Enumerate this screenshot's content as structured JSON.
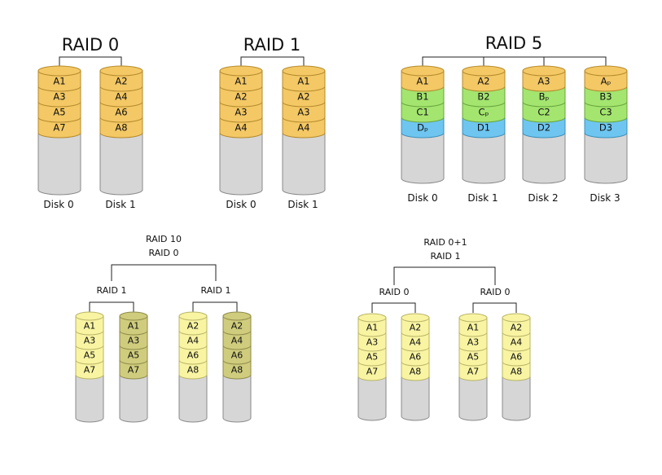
{
  "colors": {
    "orange": "#f3c865",
    "orange_edge": "#b58a2c",
    "green": "#a3e56f",
    "green_edge": "#6aa53d",
    "blue": "#6ec6f0",
    "blue_edge": "#3f8fb8",
    "lightyellow": "#f8f4a2",
    "lightyellow_edge": "#b9b467",
    "olive": "#cfcc7d",
    "olive_edge": "#8e8a4a",
    "gray": "#d6d6d6",
    "gray_edge": "#8a8a8a",
    "line": "#222222"
  },
  "sections": [
    {
      "id": "raid0",
      "title": "RAID 0",
      "subtitle": "",
      "disks": [
        {
          "label": "Disk 0",
          "blocks": [
            [
              "A1",
              "orange"
            ],
            [
              "A3",
              "orange"
            ],
            [
              "A5",
              "orange"
            ],
            [
              "A7",
              "orange"
            ]
          ]
        },
        {
          "label": "Disk 1",
          "blocks": [
            [
              "A2",
              "orange"
            ],
            [
              "A4",
              "orange"
            ],
            [
              "A6",
              "orange"
            ],
            [
              "A8",
              "orange"
            ]
          ]
        }
      ]
    },
    {
      "id": "raid1",
      "title": "RAID 1",
      "subtitle": "",
      "disks": [
        {
          "label": "Disk 0",
          "blocks": [
            [
              "A1",
              "orange"
            ],
            [
              "A2",
              "orange"
            ],
            [
              "A3",
              "orange"
            ],
            [
              "A4",
              "orange"
            ]
          ]
        },
        {
          "label": "Disk 1",
          "blocks": [
            [
              "A1",
              "orange"
            ],
            [
              "A2",
              "orange"
            ],
            [
              "A3",
              "orange"
            ],
            [
              "A4",
              "orange"
            ]
          ]
        }
      ]
    },
    {
      "id": "raid5",
      "title": "RAID 5",
      "subtitle": "",
      "disks": [
        {
          "label": "Disk 0",
          "blocks": [
            [
              "A1",
              "orange"
            ],
            [
              "B1",
              "green"
            ],
            [
              "C1",
              "green"
            ],
            [
              "Dₚ",
              "blue"
            ]
          ]
        },
        {
          "label": "Disk 1",
          "blocks": [
            [
              "A2",
              "orange"
            ],
            [
              "B2",
              "green"
            ],
            [
              "Cₚ",
              "green"
            ],
            [
              "D1",
              "blue"
            ]
          ]
        },
        {
          "label": "Disk 2",
          "blocks": [
            [
              "A3",
              "orange"
            ],
            [
              "Bₚ",
              "green"
            ],
            [
              "C2",
              "green"
            ],
            [
              "D2",
              "blue"
            ]
          ]
        },
        {
          "label": "Disk 3",
          "blocks": [
            [
              "Aₚ",
              "orange"
            ],
            [
              "B3",
              "green"
            ],
            [
              "C3",
              "green"
            ],
            [
              "D3",
              "blue"
            ]
          ]
        }
      ]
    },
    {
      "id": "raid10",
      "title": "RAID 10",
      "subtitle": "RAID 0",
      "groups": [
        {
          "label": "RAID 1",
          "disks": [
            {
              "label": "",
              "blocks": [
                [
                  "A1",
                  "lightyellow"
                ],
                [
                  "A3",
                  "lightyellow"
                ],
                [
                  "A5",
                  "lightyellow"
                ],
                [
                  "A7",
                  "lightyellow"
                ]
              ]
            },
            {
              "label": "",
              "blocks": [
                [
                  "A1",
                  "olive"
                ],
                [
                  "A3",
                  "olive"
                ],
                [
                  "A5",
                  "olive"
                ],
                [
                  "A7",
                  "olive"
                ]
              ]
            }
          ]
        },
        {
          "label": "RAID 1",
          "disks": [
            {
              "label": "",
              "blocks": [
                [
                  "A2",
                  "lightyellow"
                ],
                [
                  "A4",
                  "lightyellow"
                ],
                [
                  "A6",
                  "lightyellow"
                ],
                [
                  "A8",
                  "lightyellow"
                ]
              ]
            },
            {
              "label": "",
              "blocks": [
                [
                  "A2",
                  "olive"
                ],
                [
                  "A4",
                  "olive"
                ],
                [
                  "A6",
                  "olive"
                ],
                [
                  "A8",
                  "olive"
                ]
              ]
            }
          ]
        }
      ]
    },
    {
      "id": "raid01",
      "title": "RAID 0+1",
      "subtitle": "RAID 1",
      "groups": [
        {
          "label": "RAID 0",
          "disks": [
            {
              "label": "",
              "blocks": [
                [
                  "A1",
                  "lightyellow"
                ],
                [
                  "A3",
                  "lightyellow"
                ],
                [
                  "A5",
                  "lightyellow"
                ],
                [
                  "A7",
                  "lightyellow"
                ]
              ]
            },
            {
              "label": "",
              "blocks": [
                [
                  "A2",
                  "lightyellow"
                ],
                [
                  "A4",
                  "lightyellow"
                ],
                [
                  "A6",
                  "lightyellow"
                ],
                [
                  "A8",
                  "lightyellow"
                ]
              ]
            }
          ]
        },
        {
          "label": "RAID 0",
          "disks": [
            {
              "label": "",
              "blocks": [
                [
                  "A1",
                  "lightyellow"
                ],
                [
                  "A3",
                  "lightyellow"
                ],
                [
                  "A5",
                  "lightyellow"
                ],
                [
                  "A7",
                  "lightyellow"
                ]
              ]
            },
            {
              "label": "",
              "blocks": [
                [
                  "A2",
                  "lightyellow"
                ],
                [
                  "A4",
                  "lightyellow"
                ],
                [
                  "A6",
                  "lightyellow"
                ],
                [
                  "A8",
                  "lightyellow"
                ]
              ]
            }
          ]
        }
      ]
    }
  ]
}
